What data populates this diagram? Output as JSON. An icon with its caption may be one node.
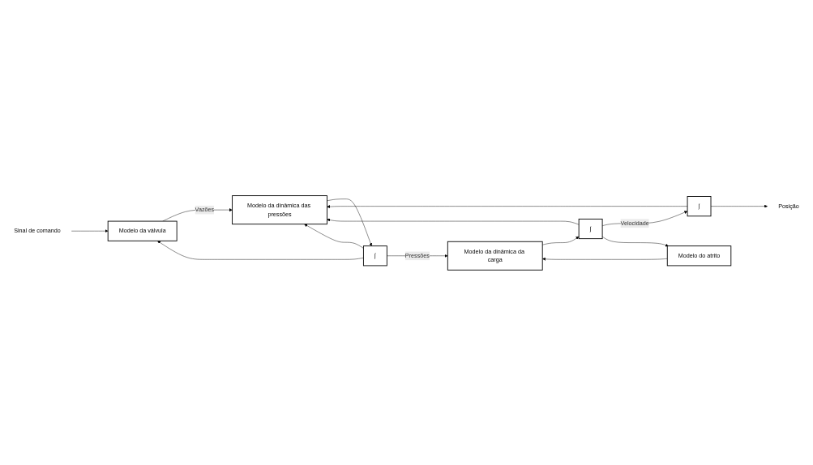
{
  "diagram": {
    "nodes": [
      {
        "text": [
          "Sinal de comando"
        ]
      },
      {
        "text": [
          "Modelo da válvula"
        ]
      },
      {
        "text": [
          "Modelo da dinâmica das pressões"
        ]
      },
      {
        "text": [
          "∫"
        ]
      },
      {
        "text": [
          "Modelo da dinâmica da carga"
        ]
      },
      {
        "text": [
          "∫"
        ]
      },
      {
        "text": [
          "∫"
        ]
      },
      {
        "text": [
          "Posição"
        ]
      },
      {
        "text": [
          "Modelo do atrito"
        ]
      }
    ],
    "edges": [
      {
        "from": 0,
        "to": 1,
        "arrow": "to"
      },
      {
        "from": 1,
        "to": 2,
        "arrow": "to",
        "label": "Vazões"
      },
      {
        "from": 2,
        "to": 3,
        "arrow": "to"
      },
      {
        "from": 3,
        "to": 4,
        "arrow": "to",
        "label": "Pressões"
      },
      {
        "from": 3,
        "to": 1,
        "arrow": "to"
      },
      {
        "from": 3,
        "to": 2,
        "arrow": "to"
      },
      {
        "from": 4,
        "to": 5,
        "arrow": "to"
      },
      {
        "from": 5,
        "to": 6,
        "arrow": "to",
        "label": "Velocidade"
      },
      {
        "from": 5,
        "to": 2,
        "arrow": "to"
      },
      {
        "from": 5,
        "to": 8,
        "arrow": "to"
      },
      {
        "from": 6,
        "to": 7,
        "arrow": "to"
      },
      {
        "from": 6,
        "to": 2,
        "arrow": "to"
      },
      {
        "from": 8,
        "to": 4,
        "arrow": "to"
      }
    ]
  }
}
